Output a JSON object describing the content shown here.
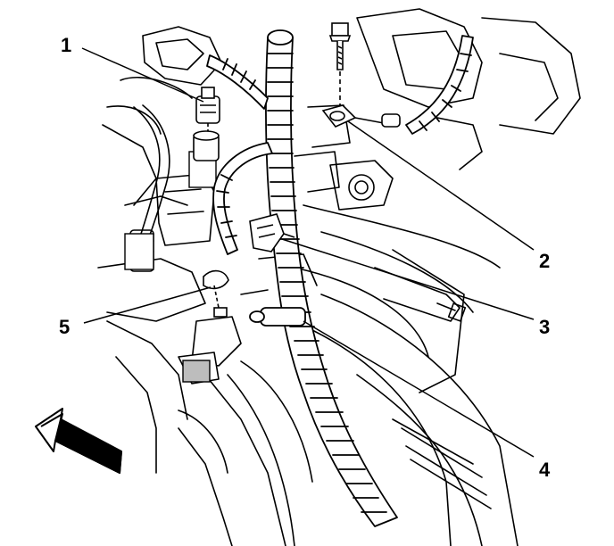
{
  "callouts": [
    {
      "id": "1",
      "label": "1"
    },
    {
      "id": "2",
      "label": "2"
    },
    {
      "id": "3",
      "label": "3"
    },
    {
      "id": "4",
      "label": "4"
    },
    {
      "id": "5",
      "label": "5"
    }
  ],
  "colors": {
    "ink": "#000000",
    "paper": "#ffffff",
    "shade": "#bdbdbd"
  },
  "direction_arrow": {
    "icon": "forward-arrow-icon",
    "points": "front-left"
  }
}
